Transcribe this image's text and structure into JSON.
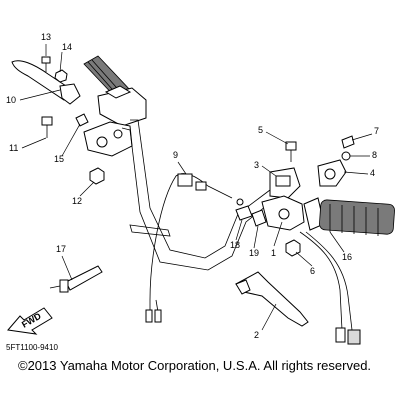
{
  "diagram": {
    "callouts": [
      "13",
      "14",
      "10",
      "11",
      "15",
      "12",
      "9",
      "5",
      "3",
      "7",
      "8",
      "4",
      "1",
      "18",
      "19",
      "6",
      "16",
      "17",
      "2"
    ],
    "fwd_label": "FWD",
    "figure_code": "5FT1100-9410",
    "copyright": "©2013 Yamaha Motor Corporation, U.S.A. All rights reserved."
  }
}
